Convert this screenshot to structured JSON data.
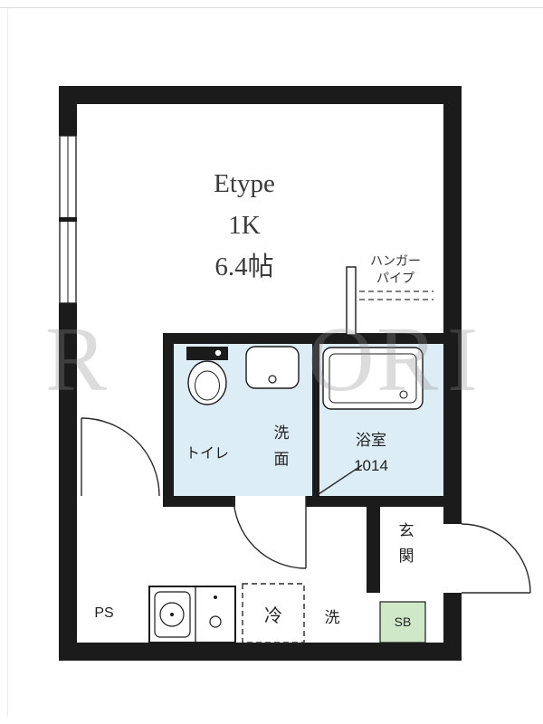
{
  "room_info": {
    "type_label": "Etype",
    "layout": "1K",
    "size": "6.4帖"
  },
  "labels": {
    "hanger_pipe": {
      "line1": "ハンガー",
      "line2": "パイプ"
    },
    "toilet": "トイレ",
    "washroom": {
      "char1": "洗",
      "char2": "面"
    },
    "bathroom": {
      "name": "浴室",
      "size": "1014"
    },
    "entrance": {
      "char1": "玄",
      "char2": "関"
    },
    "pipe_space": "PS",
    "refrigerator": "冷",
    "washing_machine": "洗",
    "shoe_box": "SB"
  },
  "watermark": {
    "letter1": "R",
    "letter2": "O",
    "letter3": "R",
    "letter4": "I"
  },
  "colors": {
    "wall": "#1b1b1b",
    "wet_area": "#dcedf6",
    "shoe_box": "#cfe9c8",
    "text": "#222222",
    "watermark": "#8f8f8f"
  }
}
